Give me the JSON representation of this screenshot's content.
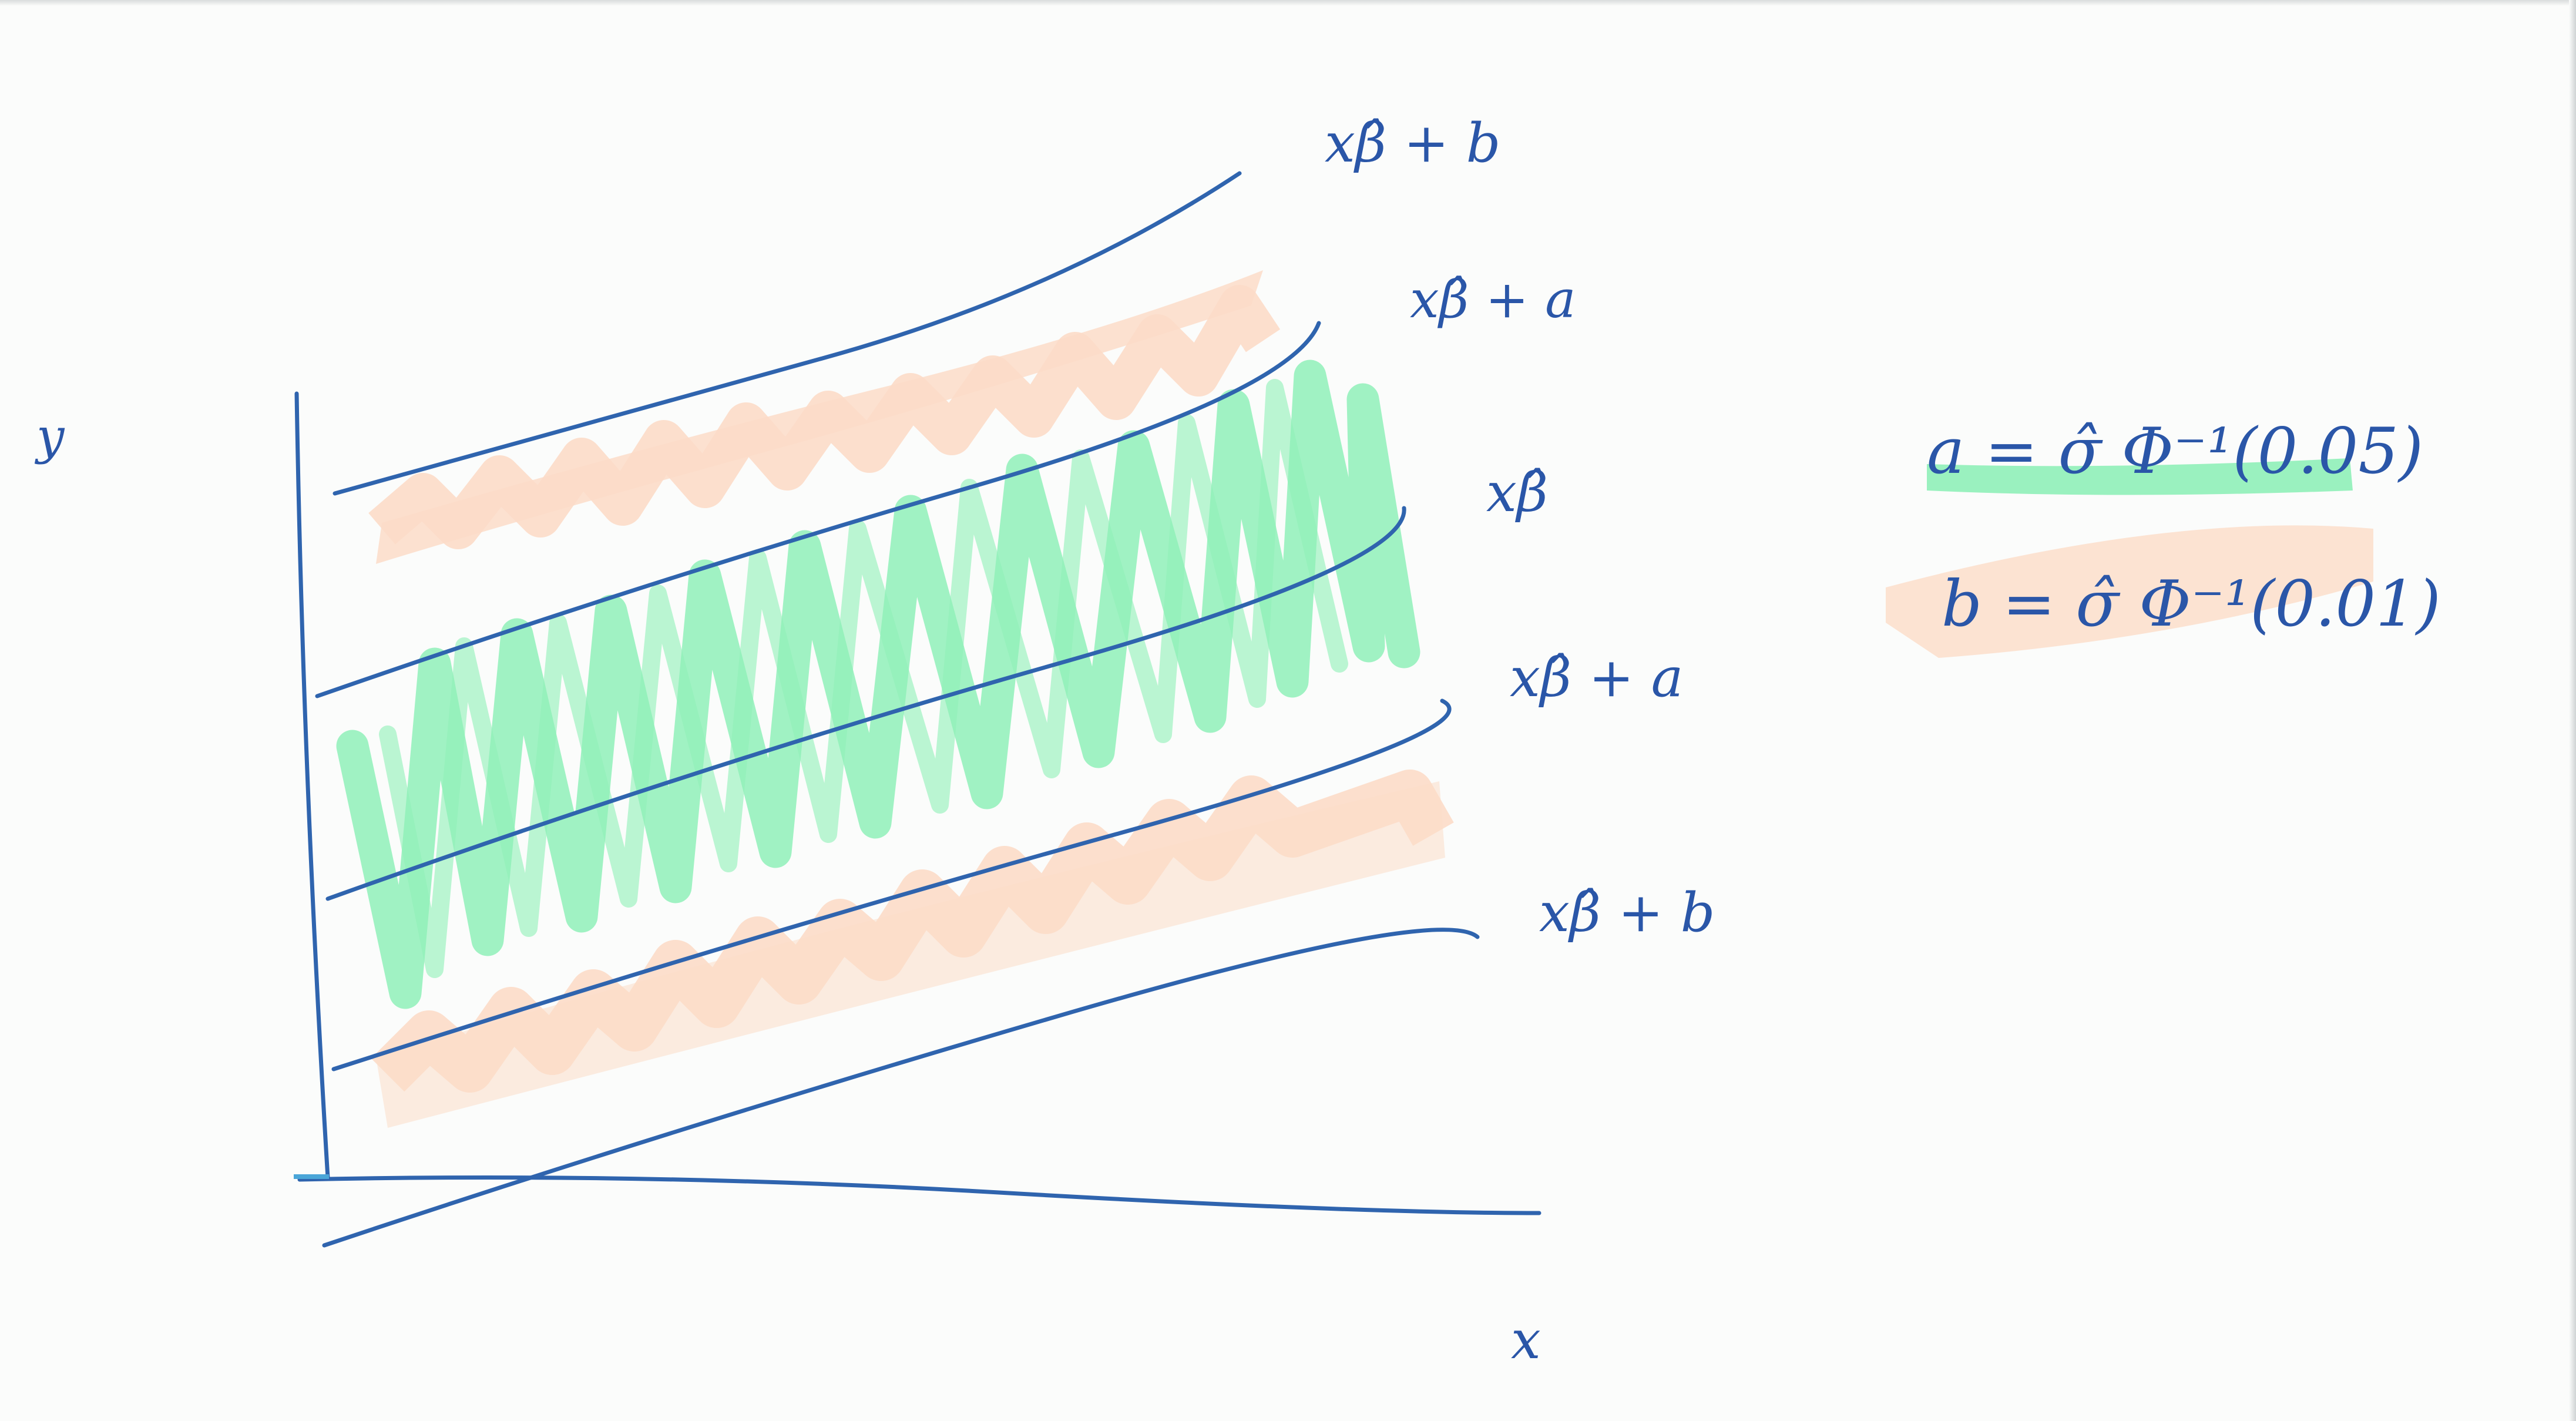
{
  "axes": {
    "y_label": "y",
    "x_label": "x"
  },
  "lines": [
    {
      "label": "xβ̂ + b"
    },
    {
      "label": "xβ̂ + a"
    },
    {
      "label": "xβ̂"
    },
    {
      "label": "xβ̂ + a"
    },
    {
      "label": "xβ̂ + b"
    }
  ],
  "definitions": {
    "a": "a = σ̂ Φ⁻¹(0.05)",
    "b": "b = σ̂ Φ⁻¹(0.01)"
  },
  "colors": {
    "ink": "#2f64ae",
    "inner_band": "#8ff0b8",
    "outer_band": "#fcdcc8",
    "paper": "#fbfcfb"
  }
}
